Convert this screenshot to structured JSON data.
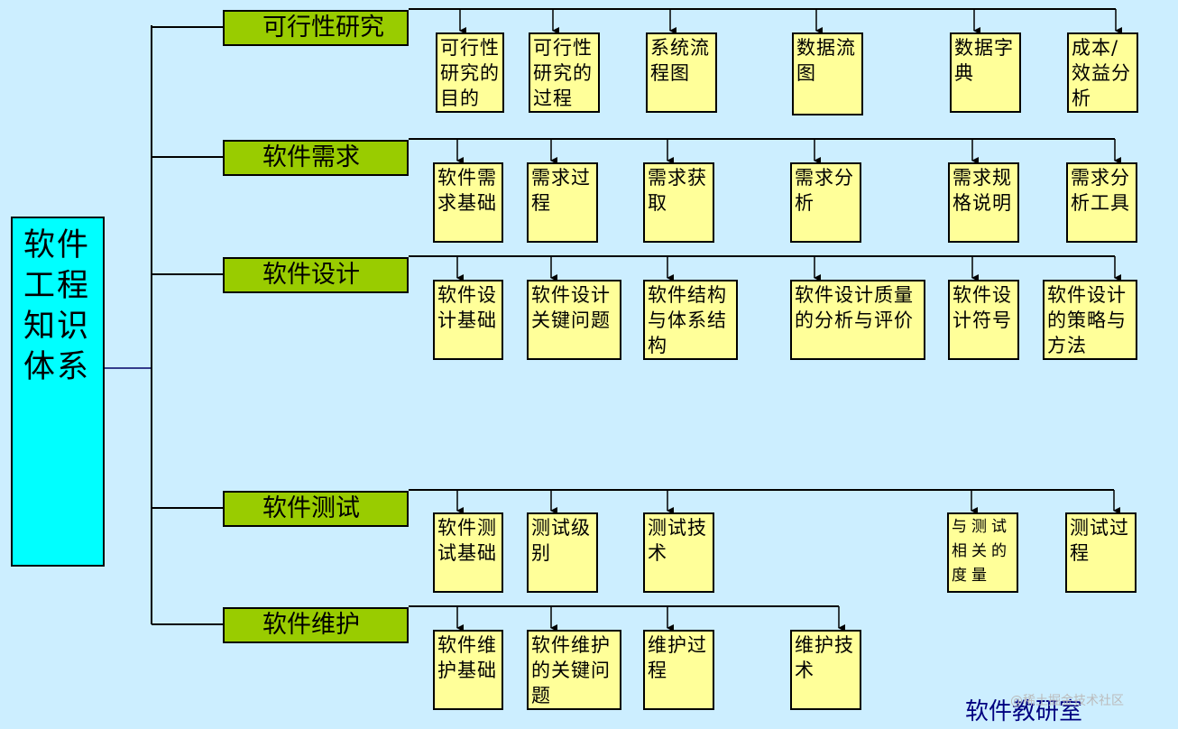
{
  "root": {
    "label": "软件工程知识体系"
  },
  "categories": [
    {
      "label": "可行性研究",
      "items": [
        "可行性研究的目的",
        "可行性研究的过程",
        "系统流程图",
        "数据流图",
        "数据字典",
        "成本/效益分析"
      ]
    },
    {
      "label": "软件需求",
      "items": [
        "软件需求基础",
        "需求过程",
        "需求获取",
        "需求分析",
        "需求规格说明",
        "需求分析工具"
      ]
    },
    {
      "label": "软件设计",
      "items": [
        "软件设计基础",
        "软件设计关键问题",
        "软件结构与体系结构",
        "软件设计质量的分析与评价",
        "软件设计符号",
        "软件设计的策略与方法"
      ]
    },
    {
      "label": "软件测试",
      "items": [
        "软件测试基础",
        "测试级别",
        "测试技术",
        "与测试相关的度量",
        "测试过程"
      ]
    },
    {
      "label": "软件维护",
      "items": [
        "软件维护基础",
        "软件维护的关键问题",
        "维护过程",
        "维护技术"
      ]
    }
  ],
  "footer": "软件教研室",
  "watermark": "@稀土掘金技术社区"
}
